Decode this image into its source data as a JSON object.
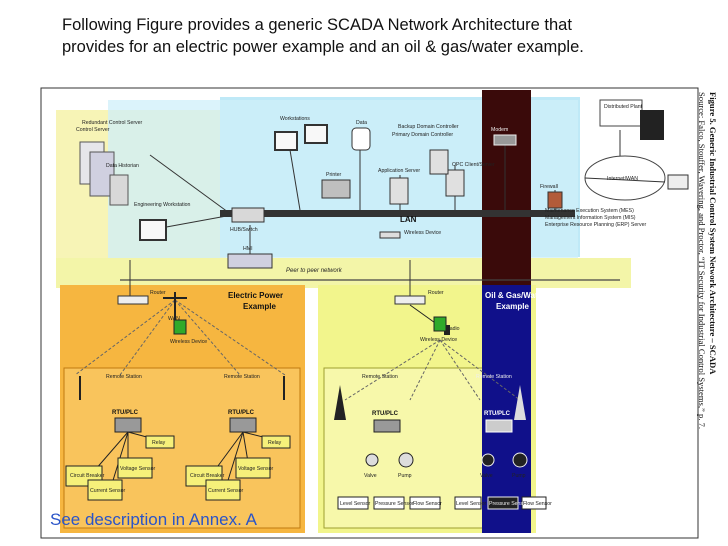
{
  "heading": {
    "line1": "Following Figure provides a generic SCADA Network Architecture that",
    "line2": "provides for an electric power example and an oil & gas/water example."
  },
  "footnote": "See description in Annex. A",
  "caption": {
    "figure": "Figure 5. Generic Industrial Control System Network Architecture – SCADA",
    "source": "Source:  Falco, Stouffer, Wavering, and Proctor, “IT Security for Industrial Control Systems,” p. 7."
  },
  "diagram": {
    "redundant_server": "Redundant Control Server",
    "control_server": "Control Server",
    "data_historian": "Data Historian",
    "engineering_workstation": "Engineering Workstation",
    "workstations": "Workstations",
    "data": "Data",
    "backup_dc": "Backup Domain Controller",
    "primary_dc": "Primary Domain Controller",
    "modem": "Modem",
    "distributed_plant": "Distributed Plant",
    "printer": "Printer",
    "app_server": "Application Server",
    "opc_server": "OPC Client/Server",
    "internet": "Internet/WAN",
    "firewall": "Firewall",
    "lan": "LAN",
    "hub_switch": "HUB/Switch",
    "hmi": "HMI",
    "wireless_device": "Wireless Device",
    "peer_to_peer": "Peer to peer network",
    "router_left": "Router",
    "router_right": "Router",
    "legend1": "Maintenance Execution System (MES)",
    "legend2": "Management Information System (MIS)",
    "legend3": "Enterprise Resource Planning (ERP) Server",
    "electric_title1": "Electric Power",
    "electric_title2": "Example",
    "oilgas_title1": "Oil & Gas/Water",
    "oilgas_title2": "Example",
    "wan": "WAN",
    "radio": "Radio",
    "wireless_device_left": "Wireless Device",
    "wireless_device_right": "Wireless Device",
    "remote_station": "Remote Station",
    "rtu_plc": "RTU/PLC",
    "circuit_breaker": "Circuit Breaker",
    "relay": "Relay",
    "voltage_sensor": "Voltage Sensor",
    "current_sensor": "Current Sensor",
    "valve": "Valve",
    "pump": "Pump",
    "level_sensor": "Level Sensor",
    "pressure_sensor": "Pressure Sensor",
    "flow_sensor": "Flow Sensor"
  }
}
